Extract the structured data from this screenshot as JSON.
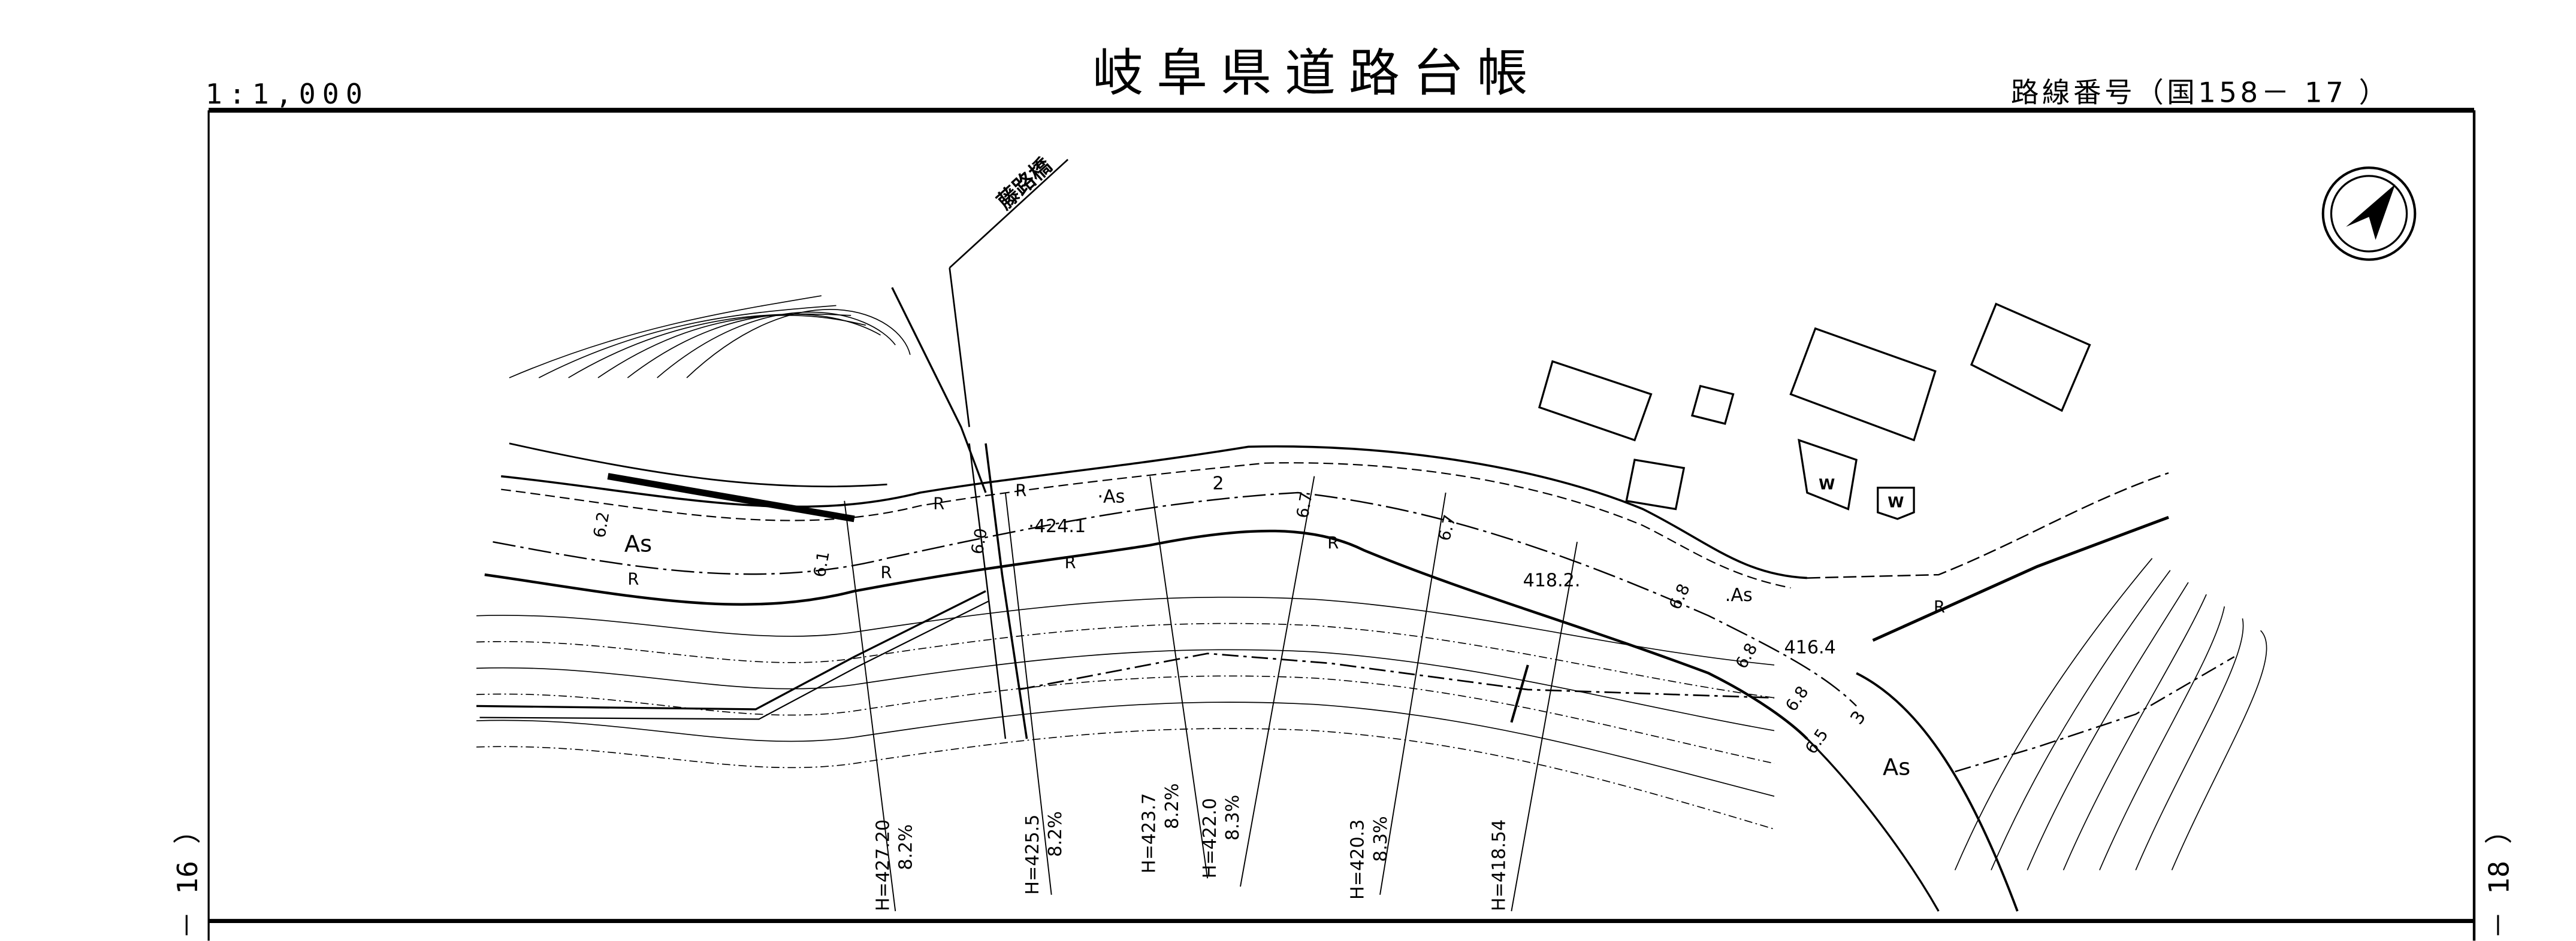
{
  "header": {
    "scale": "1:1,000",
    "title": "岐阜県道路台帳",
    "route_number": "路線番号（国158－ 17 ）"
  },
  "side_labels": {
    "left": "－ 16 ）",
    "right": "－ 18 ）"
  },
  "bridge_name": "藤路橋",
  "map_labels": {
    "surface_1": "As",
    "surface_2": "·As",
    "surface_3": ".As",
    "surface_4": "As",
    "elev_1": "·424.1",
    "elev_2": "418.2.",
    "elev_3": "416.4",
    "width_1": "6.2",
    "width_2": "6.1",
    "width_3": "6.0",
    "width_4": "6.7",
    "width_5": "6.7",
    "width_6": "6.8",
    "width_7": "6.8",
    "width_8": "6.8",
    "width_9": "6.5",
    "station_2": "2",
    "station_3": "3",
    "rail_1": "R",
    "rail_2": "R",
    "rail_3": "R",
    "rail_4": "R",
    "rail_5": "R",
    "rail_6": "R",
    "rail_7": "R",
    "well_1": "W",
    "well_2": "W"
  },
  "grade_labels": [
    {
      "h": "H=427.20",
      "grade": "8.2%"
    },
    {
      "h": "H=425.5",
      "grade": "8.2%"
    },
    {
      "h": "H=423.7",
      "grade": "8.2%"
    },
    {
      "h": "H=422.0",
      "grade": "8.3%"
    },
    {
      "h": "H=420.3",
      "grade": "8.3%"
    },
    {
      "h": "H=418.54",
      "grade": ""
    }
  ]
}
